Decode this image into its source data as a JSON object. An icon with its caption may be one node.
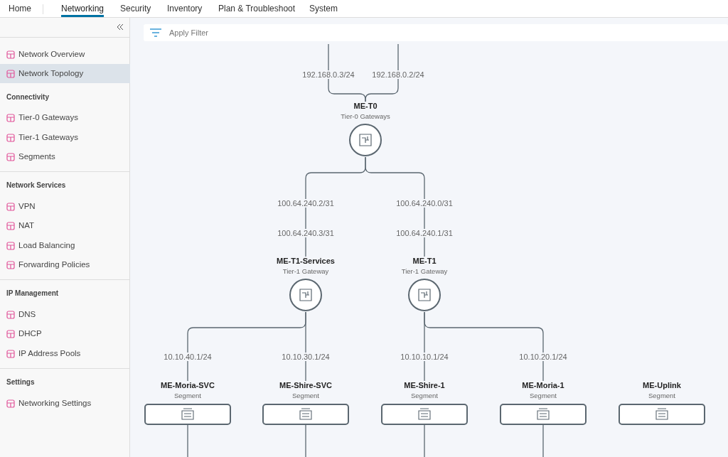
{
  "diagram": {
    "nodes": [
      {
        "text": [
          "ME-T0",
          "Tier-0 Gateways"
        ]
      },
      {
        "text": [
          "ME-T1-Services",
          "Tier-1 Gateway"
        ]
      },
      {
        "text": [
          "ME-T1",
          "Tier-1 Gateway"
        ]
      },
      {
        "text": [
          "ME-Moria-SVC",
          "Segment"
        ]
      },
      {
        "text": [
          "ME-Shire-SVC",
          "Segment"
        ]
      },
      {
        "text": [
          "ME-Shire-1",
          "Segment"
        ]
      },
      {
        "text": [
          "ME-Moria-1",
          "Segment"
        ]
      },
      {
        "text": [
          "ME-Uplink",
          "Segment"
        ]
      }
    ],
    "edges": [
      {
        "from": null,
        "to": 0,
        "arrow": "none",
        "label": "192.168.0.3/24"
      },
      {
        "from": null,
        "to": 0,
        "arrow": "none",
        "label": "192.168.0.2/24"
      },
      {
        "from": 0,
        "to": 1,
        "arrow": "none",
        "label": "100.64.240.2/31"
      },
      {
        "from": 0,
        "to": 2,
        "arrow": "none",
        "label": "100.64.240.0/31"
      },
      {
        "from": 1,
        "to": 3,
        "arrow": "none",
        "label": "10.10.40.1/24"
      },
      {
        "from": 1,
        "to": 4,
        "arrow": "none",
        "label": "10.10.30.1/24"
      },
      {
        "from": 2,
        "to": 5,
        "arrow": "none",
        "label": "10.10.10.1/24"
      },
      {
        "from": 2,
        "to": 6,
        "arrow": "none",
        "label": "10.10.20.1/24"
      },
      {
        "from": 3,
        "to": null,
        "arrow": "none"
      },
      {
        "from": 4,
        "to": null,
        "arrow": "none"
      },
      {
        "from": 5,
        "to": null,
        "arrow": "none"
      },
      {
        "from": 6,
        "to": null,
        "arrow": "none"
      }
    ],
    "labels": [
      "Home",
      "Networking",
      "Security",
      "Inventory",
      "Plan & Troubleshoot",
      "System",
      "Apply Filter",
      "Network Overview",
      "Network Topology",
      "Connectivity",
      "Tier-0 Gateways",
      "Tier-1 Gateways",
      "Segments",
      "Network Services",
      "VPN",
      "NAT",
      "Load Balancing",
      "Forwarding Policies",
      "IP Management",
      "DNS",
      "DHCP",
      "IP Address Pools",
      "Settings",
      "Networking Settings",
      "100.64.240.3/31",
      "100.64.240.1/31"
    ]
  }
}
